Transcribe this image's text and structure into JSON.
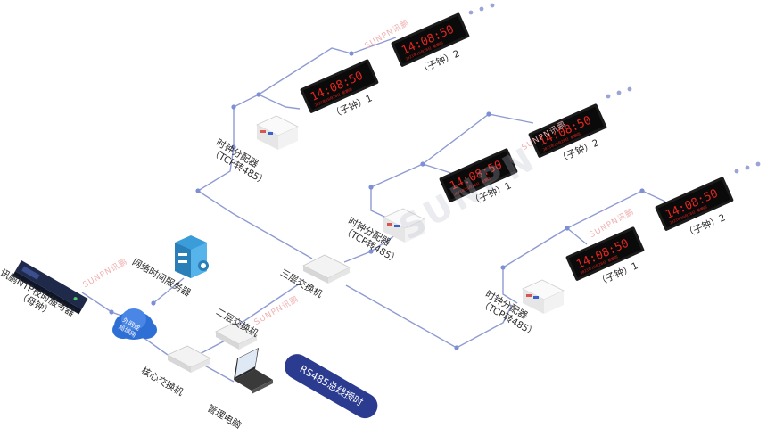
{
  "title_badge": "RS485总线授时",
  "master_server": {
    "name": "讯鹏NTP校时服务器",
    "sub": "（母钟）"
  },
  "net_server": "网络时间服务器",
  "network_cloud": {
    "line1": "外网或",
    "line2": "局域网"
  },
  "core_switch": "核心交换机",
  "pc": "管理电脑",
  "l2_switch": "二层交换机",
  "l3_switch": "三层交换机",
  "distributor": {
    "line1": "时钟分配器",
    "line2": "（TCP转485）"
  },
  "slave1": "（子钟）1",
  "slave2": "（子钟）2",
  "clock_time": "14:08:50",
  "clock_date": "2021年10月28日 星期四",
  "watermark": "SUNPN讯鹏",
  "watermark_big": "SUNPN",
  "colors": {
    "line": "#8f9bd2",
    "node": "#7f8fd6",
    "badge": "#2b3b8f",
    "led": "#e3261f"
  }
}
